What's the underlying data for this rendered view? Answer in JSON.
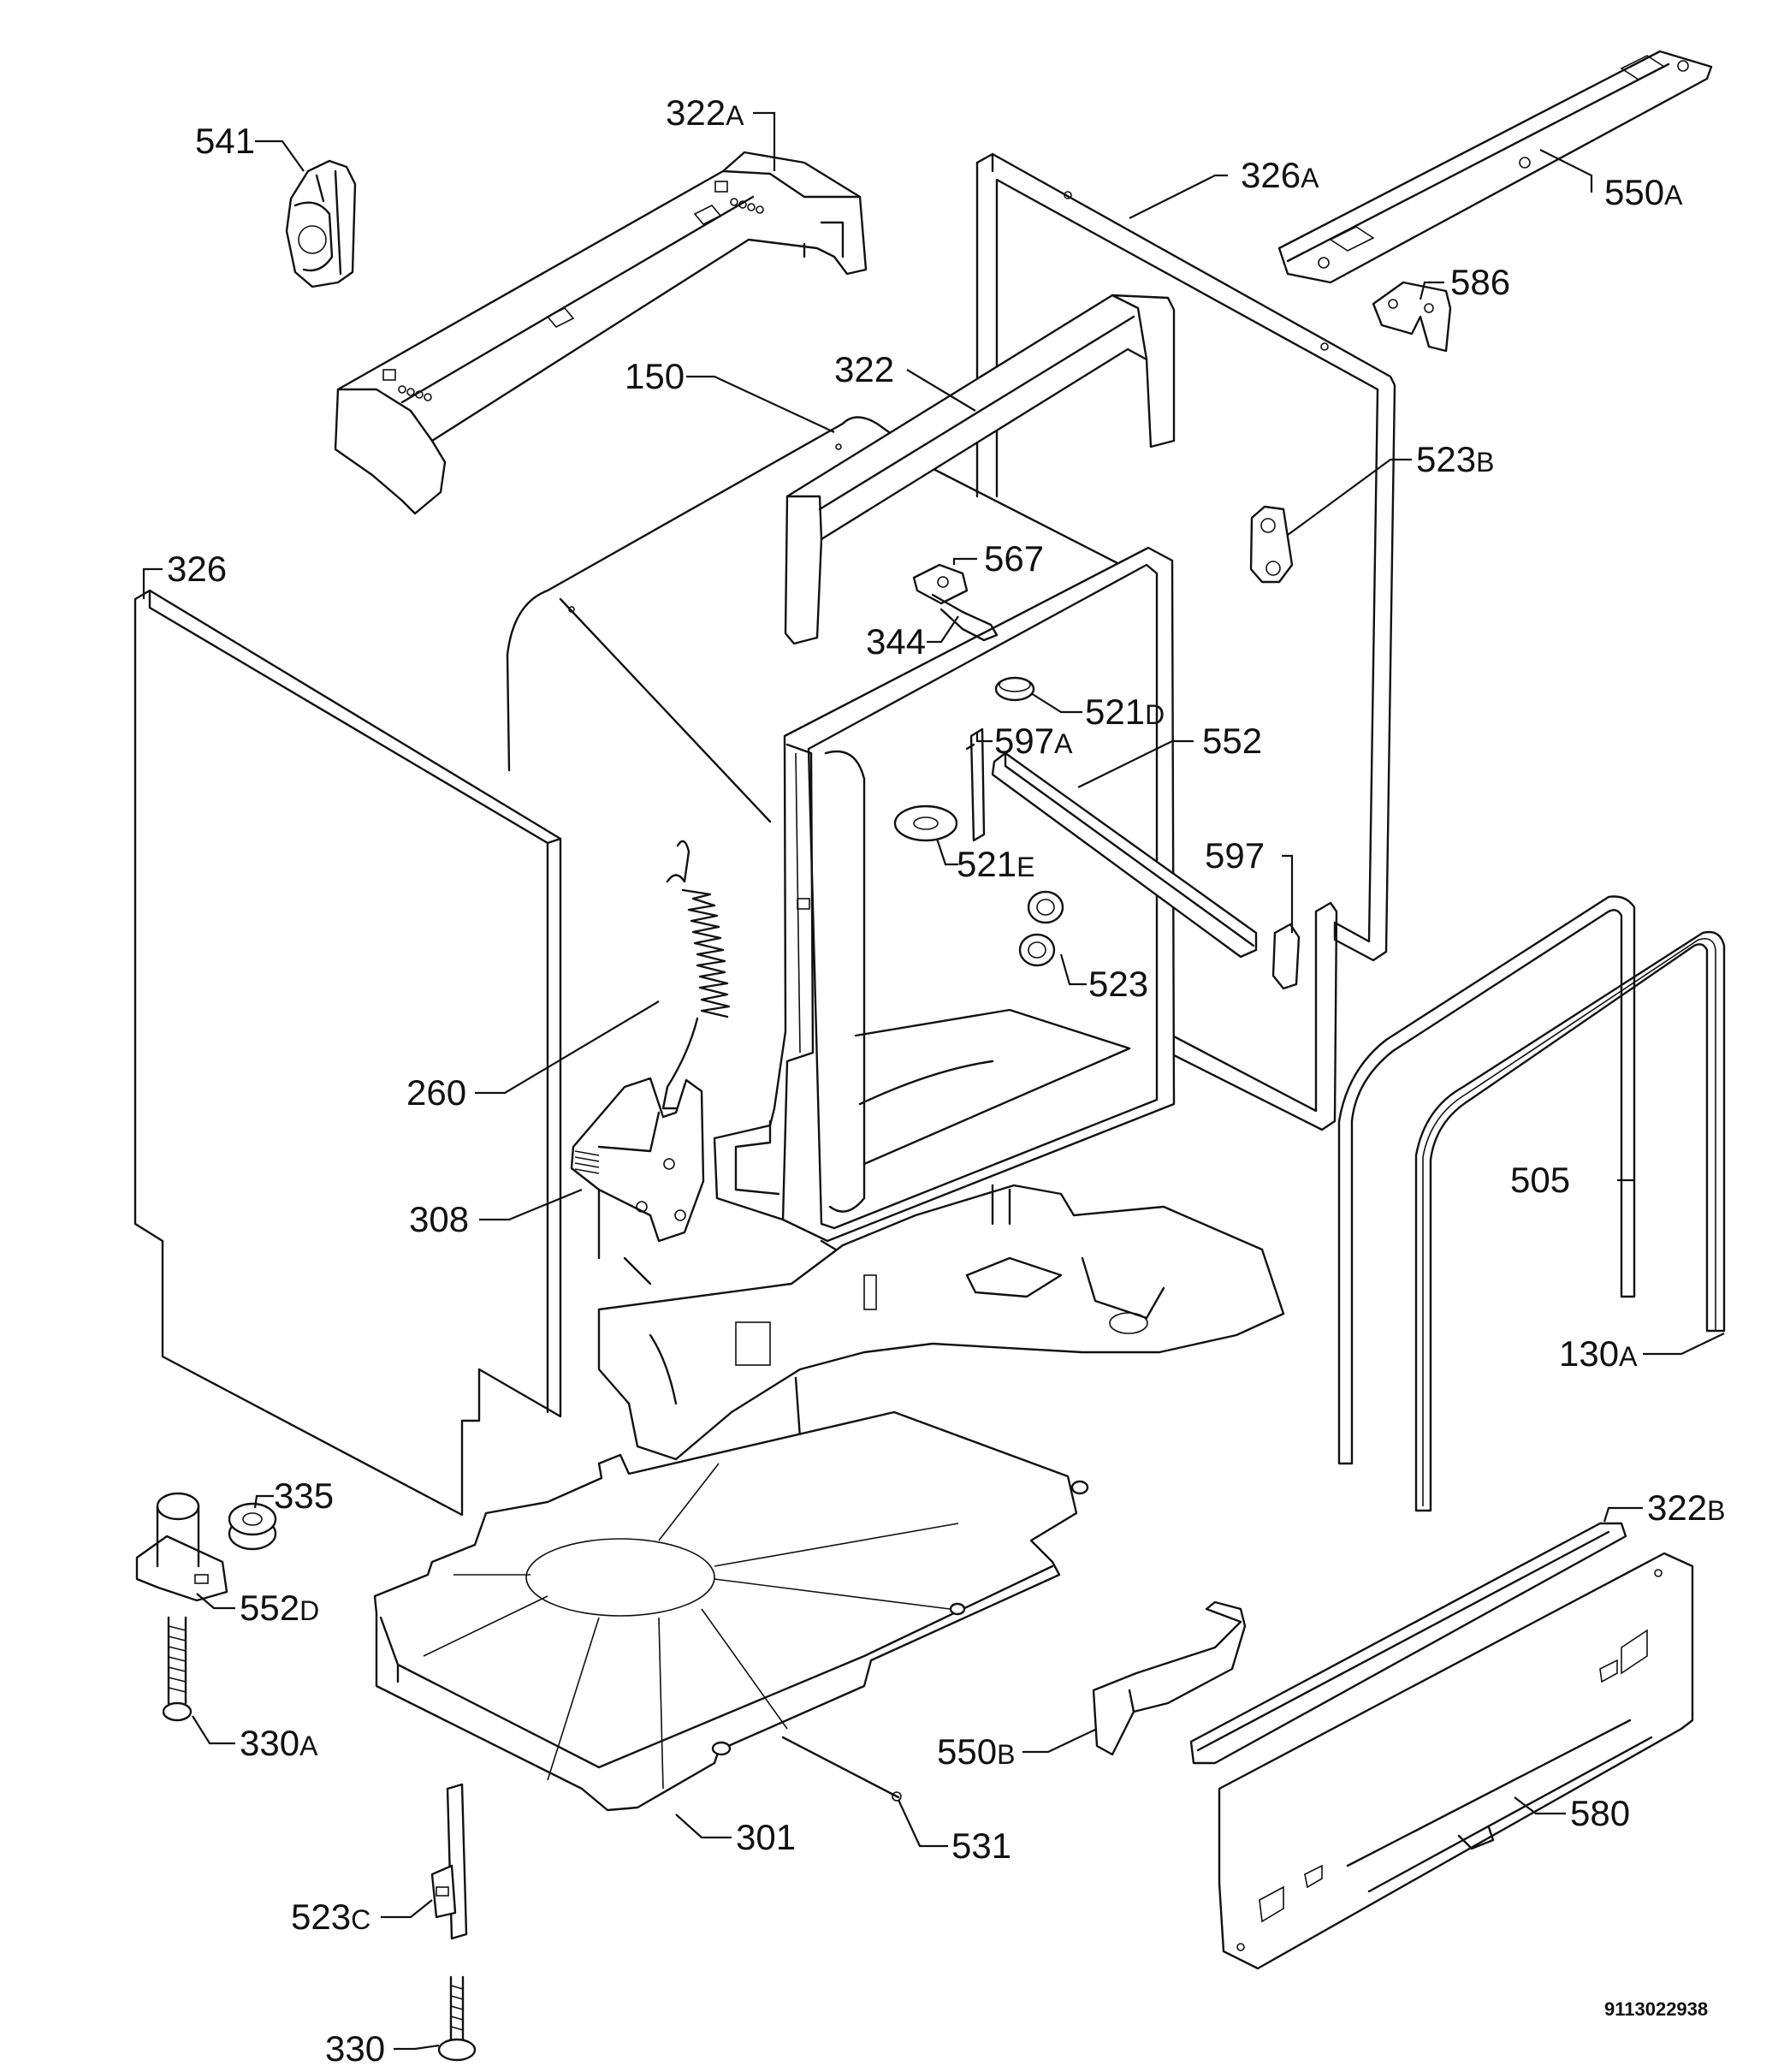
{
  "labels": {
    "p541": {
      "num": "541",
      "suffix": ""
    },
    "p322a": {
      "num": "322",
      "suffix": "A"
    },
    "p326a": {
      "num": "326",
      "suffix": "A"
    },
    "p550a": {
      "num": "550",
      "suffix": "A"
    },
    "p586": {
      "num": "586",
      "suffix": ""
    },
    "p150": {
      "num": "150",
      "suffix": ""
    },
    "p322": {
      "num": "322",
      "suffix": ""
    },
    "p523b": {
      "num": "523",
      "suffix": "B"
    },
    "p326": {
      "num": "326",
      "suffix": ""
    },
    "p567": {
      "num": "567",
      "suffix": ""
    },
    "p344": {
      "num": "344",
      "suffix": ""
    },
    "p521d": {
      "num": "521",
      "suffix": "D"
    },
    "p597a": {
      "num": "597",
      "suffix": "A"
    },
    "p552": {
      "num": "552",
      "suffix": ""
    },
    "p521e": {
      "num": "521",
      "suffix": "E"
    },
    "p597": {
      "num": "597",
      "suffix": ""
    },
    "p523": {
      "num": "523",
      "suffix": ""
    },
    "p260": {
      "num": "260",
      "suffix": ""
    },
    "p505": {
      "num": "505",
      "suffix": ""
    },
    "p308": {
      "num": "308",
      "suffix": ""
    },
    "p130a": {
      "num": "130",
      "suffix": "A"
    },
    "p335": {
      "num": "335",
      "suffix": ""
    },
    "p322b": {
      "num": "322",
      "suffix": "B"
    },
    "p552d": {
      "num": "552",
      "suffix": "D"
    },
    "p330a": {
      "num": "330",
      "suffix": "A"
    },
    "p550b": {
      "num": "550",
      "suffix": "B"
    },
    "p580": {
      "num": "580",
      "suffix": ""
    },
    "p301": {
      "num": "301",
      "suffix": ""
    },
    "p531": {
      "num": "531",
      "suffix": ""
    },
    "p523c": {
      "num": "523",
      "suffix": "C"
    },
    "p330": {
      "num": "330",
      "suffix": ""
    }
  },
  "document_id": "9113022938"
}
